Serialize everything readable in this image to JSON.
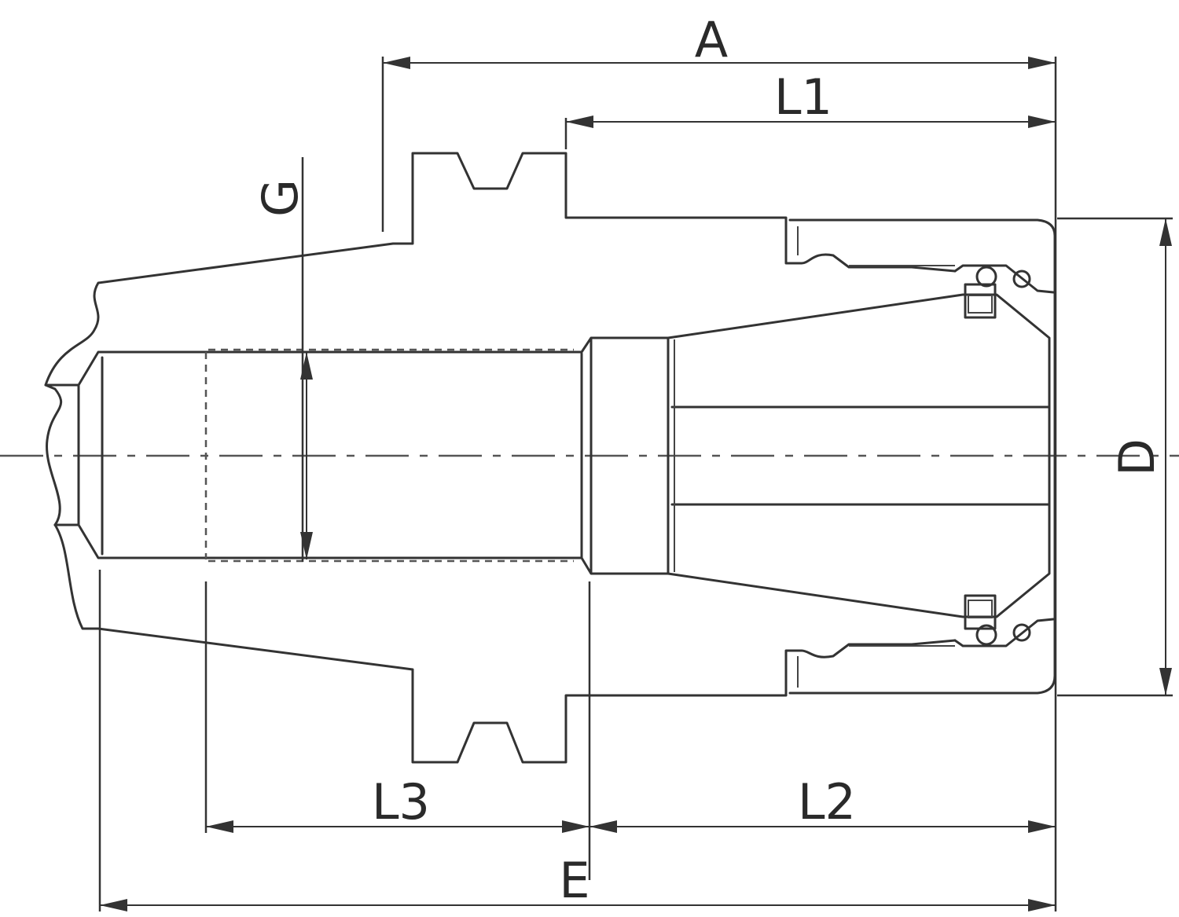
{
  "labels": {
    "A": "A",
    "L1": "L1",
    "G": "G",
    "D": "D",
    "L3": "L3",
    "L2": "L2",
    "E": "E"
  },
  "colors": {
    "line": "#333333",
    "background": "#ffffff"
  }
}
